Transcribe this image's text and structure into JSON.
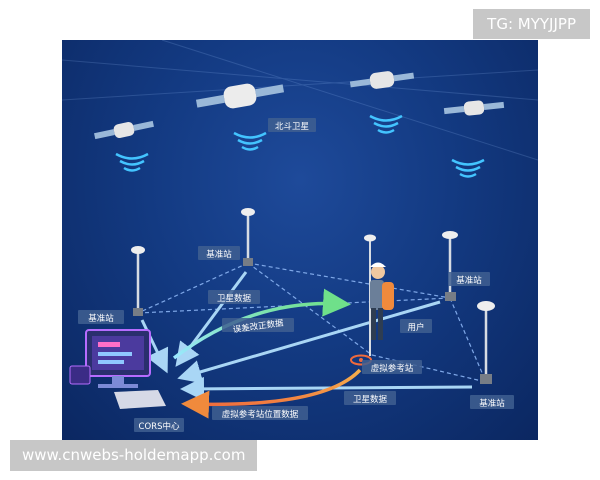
{
  "watermark_top": "TG: MYYJJPP",
  "watermark_bottom": "www.cnwebs-holdemapp.com",
  "diagram": {
    "labels": {
      "beidou": "北斗卫星",
      "base_station": "基准站",
      "satellite_data": "卫星数据",
      "correction_data": "误差改正数据",
      "user": "用户",
      "virtual_reference_station": "虚拟参考站",
      "vrs_position_data": "虚拟参考站位置数据",
      "cors_center": "CORS中心"
    }
  },
  "colors": {
    "panel_bg": "#133a82",
    "arrow_light": "#a9d6f5",
    "arrow_green": "#6fe08a",
    "arrow_orange": "#f08a3c",
    "dashed_network": "#7fa8e8",
    "label_box": "#3f5f91"
  }
}
